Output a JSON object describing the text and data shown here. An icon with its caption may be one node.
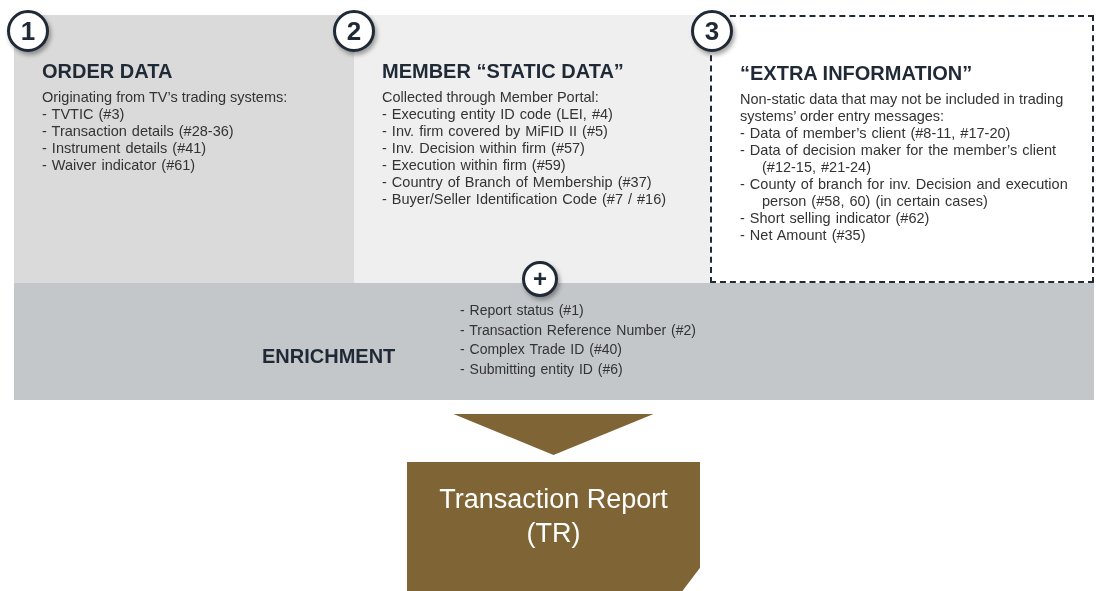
{
  "diagram": {
    "nodes": [
      {
        "text": [
          "1"
        ]
      },
      {
        "text": [
          "ORDER DATA",
          "Originating from TV’s trading systems:",
          "- TVTIC (#3)",
          "- Transaction details (#28-36)",
          "- Instrument details (#41)",
          "- Waiver indicator (#61)"
        ]
      },
      {
        "text": [
          "2"
        ]
      },
      {
        "text": [
          "MEMBER “STATIC DATA”",
          "Collected through Member Portal:",
          "- Executing entity ID code (LEI, #4)",
          "- Inv. firm covered by MiFID II (#5)",
          "- Inv. Decision within firm (#57)",
          "- Execution within firm (#59)",
          "- Country of Branch of Membership (#37)",
          "- Buyer/Seller Identification Code (#7 / #16)"
        ]
      },
      {
        "text": [
          "3"
        ]
      },
      {
        "text": [
          "“EXTRA INFORMATION”",
          "Non-static data that may not be included in trading systems’ order entry messages:",
          "- Data of member’s client (#8-11, #17-20)",
          "- Data of decision maker for the member’s client (#12-15, #21-24)",
          "- County of branch for inv. Decision and execution person (#58, 60) (in certain cases)",
          "- Short selling indicator (#62)",
          "- Net Amount (#35)"
        ]
      },
      {
        "text": [
          "+"
        ]
      },
      {
        "text": [
          "ENRICHMENT",
          "- Report status (#1)",
          "- Transaction Reference Number (#2)",
          "- Complex Trade ID (#40)",
          "- Submitting entity ID (#6)"
        ]
      },
      {
        "text": [
          "Transaction Report (TR)"
        ]
      }
    ],
    "edges": [
      {
        "from": 7,
        "to": 8,
        "arrow": "to",
        "style": "thick",
        "color": "#7f6535"
      }
    ]
  }
}
